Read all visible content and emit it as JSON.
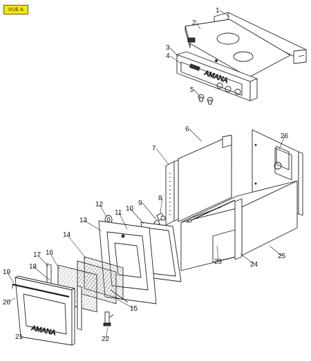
{
  "view": {
    "label": "VUE A",
    "badge_color": "#f7e600"
  },
  "brand_marks": {
    "console_label": "AMANA",
    "door_label": "AMANA"
  },
  "part_callouts": [
    "1",
    "2",
    "3",
    "4",
    "5",
    "6",
    "7",
    "8",
    "9",
    "10",
    "11",
    "12",
    "13",
    "14",
    "15",
    "16",
    "17",
    "18",
    "19",
    "20",
    "21",
    "22",
    "23",
    "24",
    "25",
    "26"
  ],
  "colors": {
    "line": "#222222",
    "fill": "#ffffff",
    "dark_fill": "#333333",
    "mesh": "#777777"
  }
}
